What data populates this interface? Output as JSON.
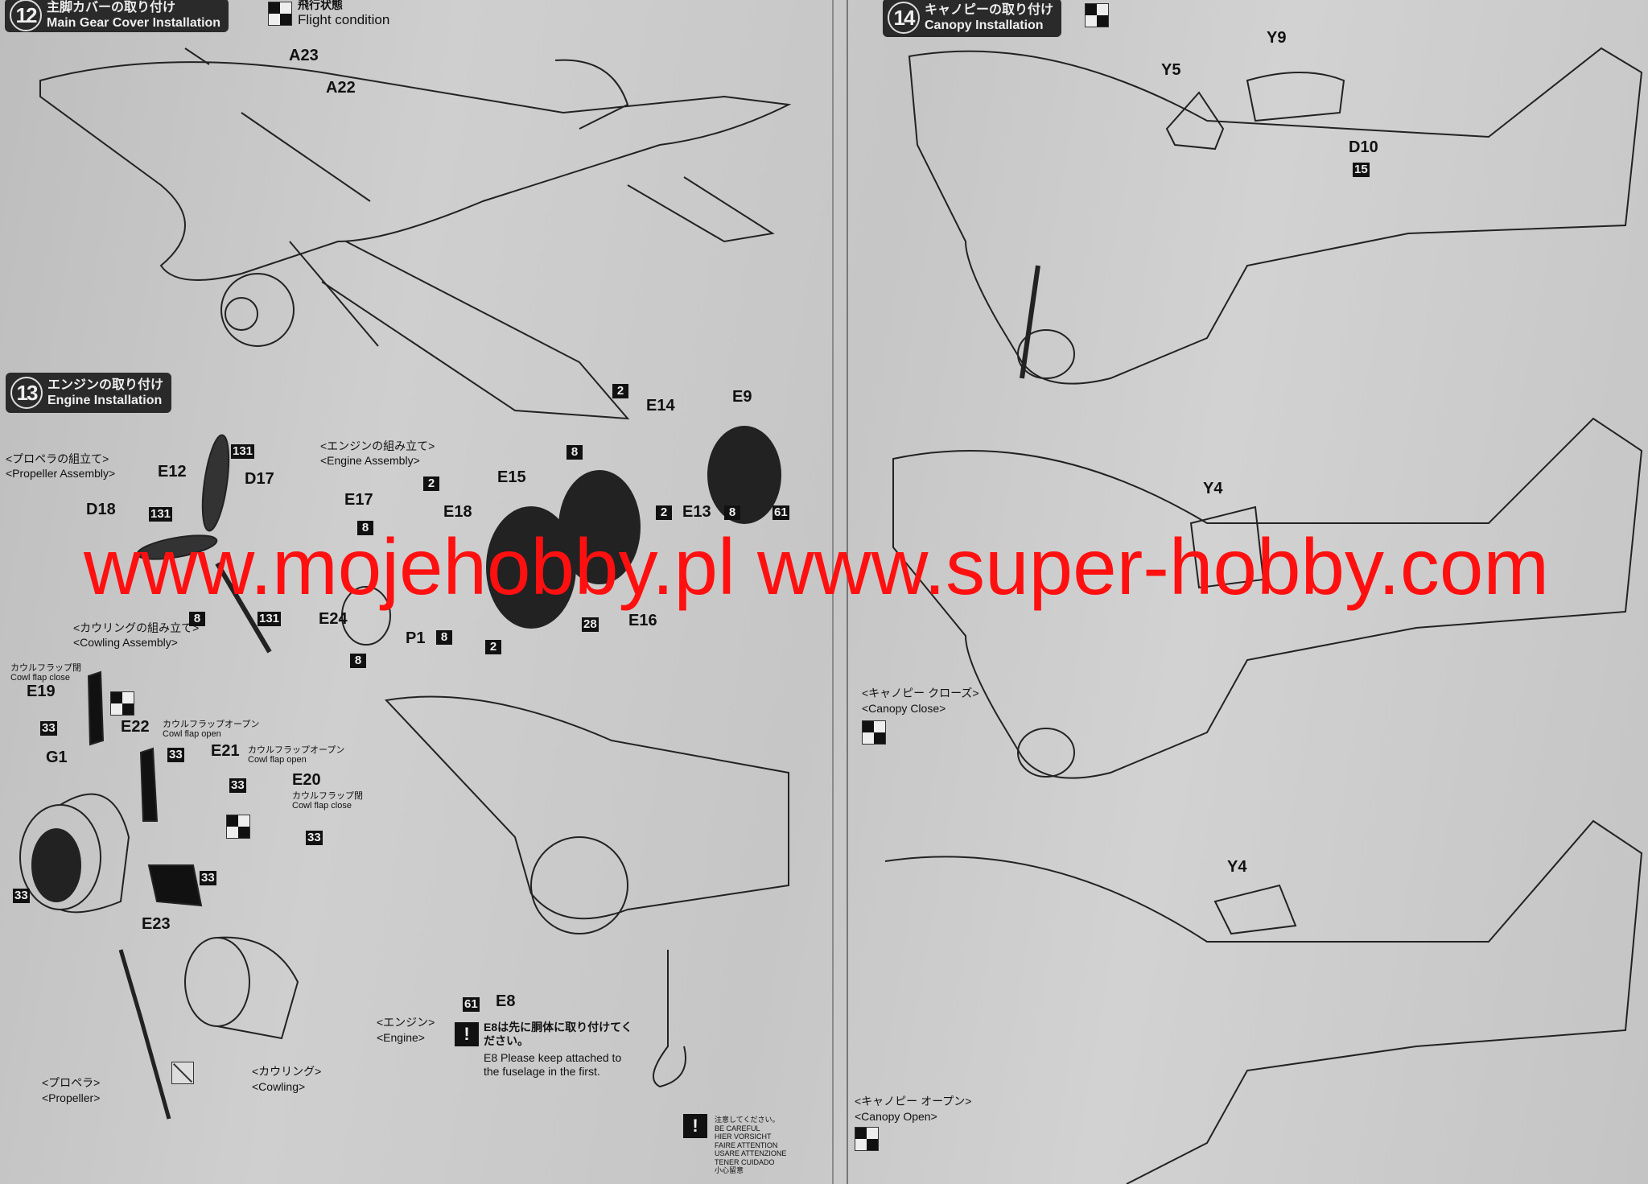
{
  "step12": {
    "number": "12",
    "title_jp": "主脚カバーの取り付け",
    "title_en": "Main Gear Cover Installation",
    "flight_jp": "飛行状態",
    "flight_en": "Flight condition",
    "parts": [
      "A23",
      "A22"
    ]
  },
  "step13": {
    "number": "13",
    "title_jp": "エンジンの取り付け",
    "title_en": "Engine Installation",
    "propeller_assembly_jp": "<プロペラの組立て>",
    "propeller_assembly_en": "<Propeller Assembly>",
    "engine_assembly_jp": "<エンジンの組み立て>",
    "engine_assembly_en": "<Engine Assembly>",
    "cowling_assembly_jp": "<カウリングの組み立て>",
    "cowling_assembly_en": "<Cowling Assembly>",
    "engine_jp": "<エンジン>",
    "engine_en": "<Engine>",
    "propeller_jp": "<プロペラ>",
    "propeller_en": "<Propeller>",
    "cowling_jp": "<カウリング>",
    "cowling_en": "<Cowling>",
    "cowl_flap_close_jp": "カウルフラップ閉",
    "cowl_flap_close_en": "Cowl flap close",
    "cowl_flap_open_jp": "カウルフラップオープン",
    "cowl_flap_open_en": "Cowl flap open",
    "parts": {
      "E12": "E12",
      "D17": "D17",
      "D18": "D18",
      "E17": "E17",
      "E18": "E18",
      "E15": "E15",
      "E14": "E14",
      "E9": "E9",
      "E24": "E24",
      "P1": "P1",
      "E16": "E16",
      "E13": "E13",
      "E19": "E19",
      "E22": "E22",
      "G1": "G1",
      "E21": "E21",
      "E20": "E20",
      "E23": "E23",
      "E8": "E8"
    },
    "paint_codes": {
      "c131": "131",
      "c8": "8",
      "c2": "2",
      "c61": "61",
      "c28": "28",
      "c33": "33"
    },
    "e8_note_jp": "E8は先に胴体に取り付けてください。",
    "e8_note_en": "E8 Please keep attached to the fuselage in the first.",
    "caution_lines": [
      "注意してください。",
      "BE CAREFUL",
      "HIER VORSICHT",
      "FAIRE ATTENTION",
      "USARE ATTENZIONE",
      "TENER CUIDADO",
      "小心留意"
    ]
  },
  "step14": {
    "number": "14",
    "title_jp": "キャノピーの取り付け",
    "title_en": "Canopy Installation",
    "parts": {
      "Y5": "Y5",
      "Y9": "Y9",
      "D10": "D10",
      "Y4": "Y4"
    },
    "paint_15": "15",
    "canopy_close_jp": "<キャノピー クローズ>",
    "canopy_close_en": "<Canopy Close>",
    "canopy_open_jp": "<キャノピー オープン>",
    "canopy_open_en": "<Canopy Open>"
  },
  "watermark": "www.mojehobby.pl www.super-hobby.com",
  "colors": {
    "watermark": "#ff1010",
    "header_bg": "#2a2a2a",
    "paper": "#c8c8c8"
  }
}
